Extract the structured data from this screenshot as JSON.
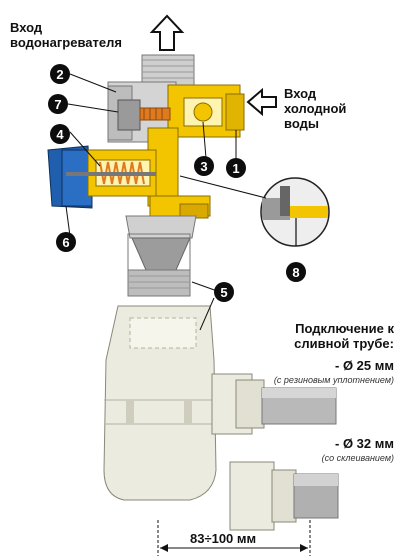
{
  "labels": {
    "heater_inlet_line1": "Вход",
    "heater_inlet_line2": "водонагревателя",
    "cold_water_line1": "Вход",
    "cold_water_line2": "холодной",
    "cold_water_line3": "воды",
    "drain_line1": "Подключение к",
    "drain_line2": "сливной трубе:",
    "d25": "- Ø 25 мм",
    "d25_note": "(с резиновым уплотнением)",
    "d32": "- Ø 32 мм",
    "d32_note": "(со склеиванием)",
    "dimension": "83÷100 мм"
  },
  "markers": [
    "1",
    "2",
    "3",
    "4",
    "5",
    "6",
    "7",
    "8"
  ],
  "colors": {
    "brass": "#f2c500",
    "brass_dark": "#b38f00",
    "chrome": "#c9c9c9",
    "chrome_dark": "#7a7a7a",
    "blue_knob": "#1f5fae",
    "spring": "#e07a1f",
    "plastic": "#ecebdf",
    "plastic_shadow": "#cfcdbd",
    "marker": "#0d0d0d"
  }
}
